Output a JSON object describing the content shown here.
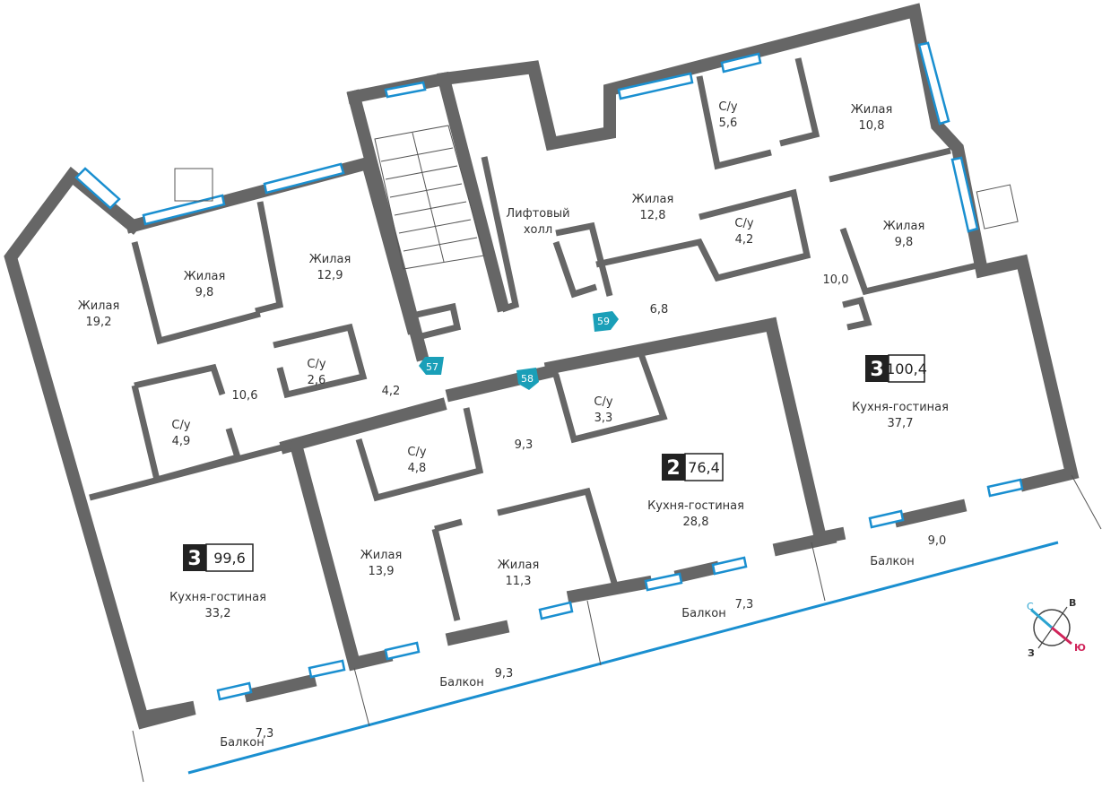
{
  "apartments": [
    {
      "rooms": "3",
      "area": "99,6"
    },
    {
      "rooms": "2",
      "area": "76,4"
    },
    {
      "rooms": "3",
      "area": "100,4"
    }
  ],
  "labels": {
    "living": "Жилая",
    "bath": "С/у",
    "kitchen": "Кухня-гостиная",
    "balcony": "Балкон",
    "lift1": "Лифтовый",
    "lift2": "холл"
  },
  "areas": {
    "a_19_2": "19,2",
    "a_9_8_l": "9,8",
    "a_12_9": "12,9",
    "a_2_6": "2,6",
    "a_4_2_h": "4,2",
    "a_10_6": "10,6",
    "a_4_9": "4,9",
    "a_33_2": "33,2",
    "a_bal_7_3_l": "7,3",
    "a_4_8": "4,8",
    "a_9_3_h": "9,3",
    "a_3_3": "3,3",
    "a_13_9": "13,9",
    "a_11_3": "11,3",
    "a_28_8": "28,8",
    "a_bal_9_3": "9,3",
    "a_bal_7_3_m": "7,3",
    "a_12_8": "12,8",
    "a_5_6": "5,6",
    "a_10_8": "10,8",
    "a_4_2_b": "4,2",
    "a_9_8_r": "9,8",
    "a_10_0": "10,0",
    "a_6_8": "6,8",
    "a_37_7": "37,7",
    "a_bal_9_0": "9,0"
  },
  "markers": [
    "57",
    "58",
    "59"
  ],
  "compass": {
    "n": "С",
    "e": "В",
    "w": "З",
    "s": "Ю"
  },
  "colors": {
    "wall": "#666666",
    "window": "#1a8fd0",
    "marker": "#1a9fb8",
    "south": "#d0245a",
    "north": "#2aa3d0"
  }
}
